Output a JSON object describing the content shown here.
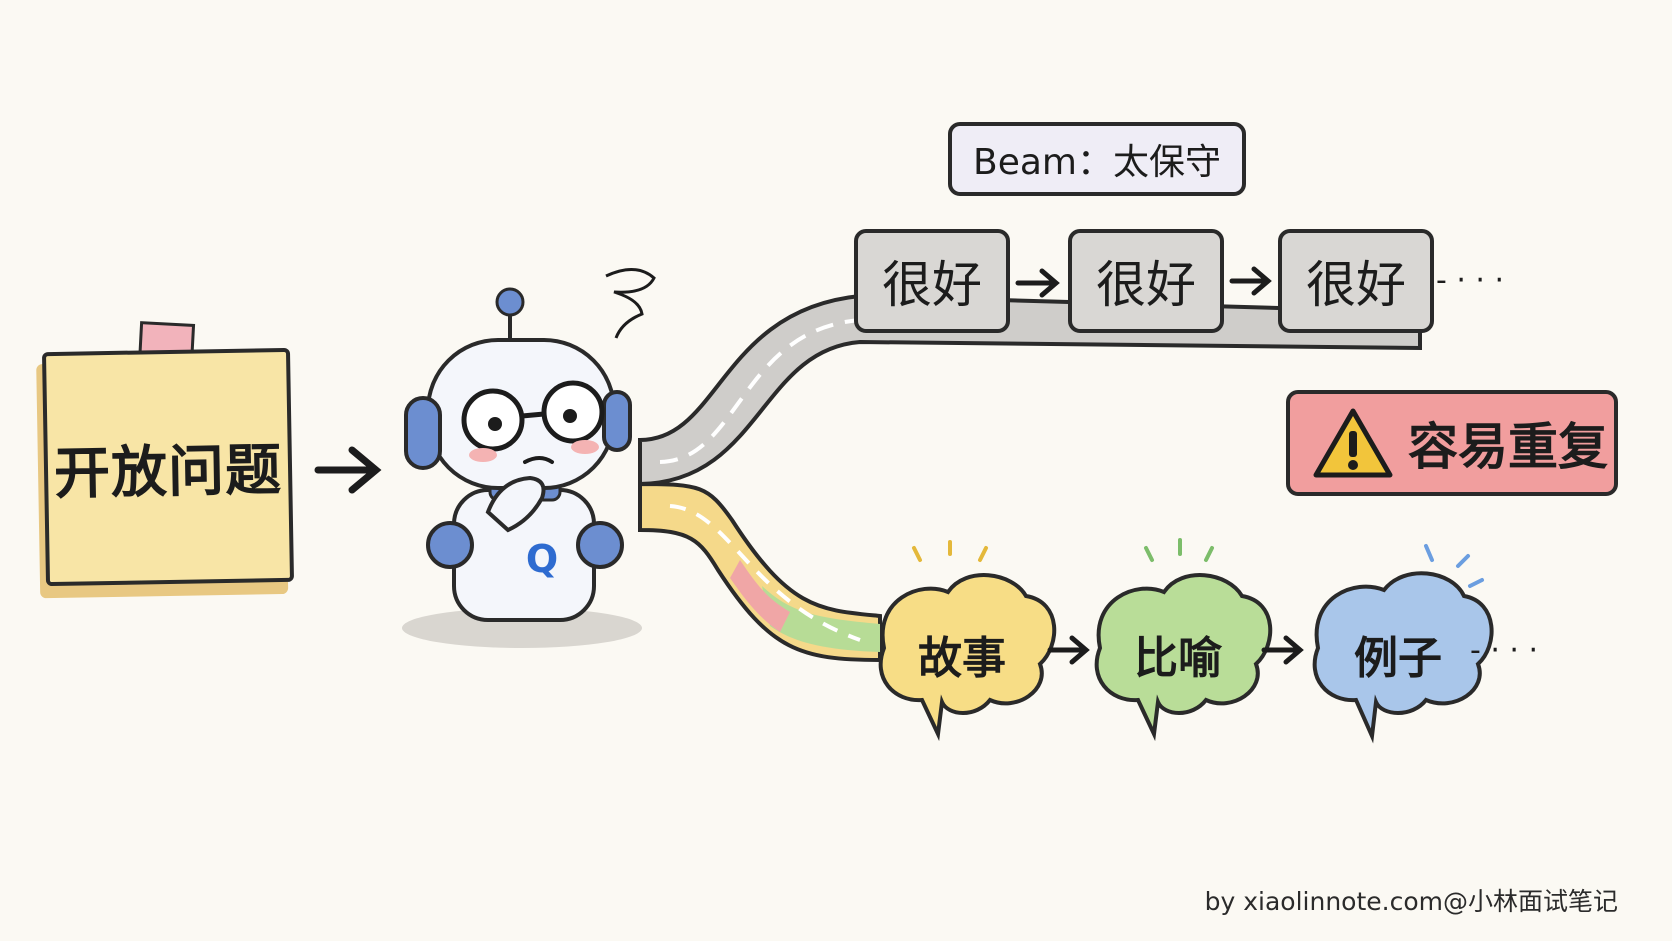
{
  "question_note": {
    "label": "开放问题"
  },
  "beam_label": {
    "text": "Beam：太保守"
  },
  "beam_path": {
    "words": [
      "很好",
      "很好",
      "很好"
    ],
    "ellipsis": "- · · ·"
  },
  "warning": {
    "icon": "warning-triangle-icon",
    "text": "容易重复"
  },
  "sampling_path": {
    "words": [
      "故事",
      "比喻",
      "例子"
    ],
    "ellipsis": "- · · ·",
    "colors": [
      "#f7dd86",
      "#b9dd98",
      "#a9c6ea"
    ]
  },
  "robot": {
    "chest_letter": "Q"
  },
  "credit": {
    "text": "by xiaolinnote.com@小林面试笔记"
  }
}
